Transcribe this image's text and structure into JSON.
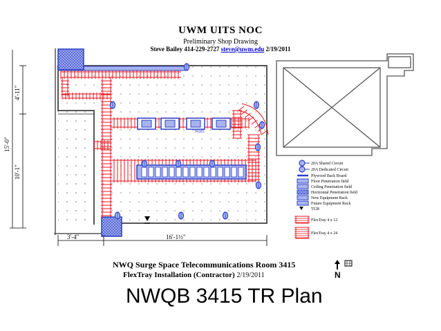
{
  "header": {
    "title": "UWM UITS NOC",
    "subtitle": "Preliminary Shop Drawing",
    "contact_prefix": "Steve Bailey 414-229-2727",
    "contact_email": "steve@uwm.edu",
    "contact_date": "2/19/2011"
  },
  "plan": {
    "room_label": "TR301",
    "dimensions": {
      "left_upper": "4'-11\"",
      "left_total": "15'-0\"",
      "left_lower": "10'-1\"",
      "bottom_left": "3'-4\"",
      "bottom_right": "16'-1½\""
    }
  },
  "legend": {
    "items": [
      {
        "label": "20A Shared Circuit",
        "icon": "circuit-shared-icon"
      },
      {
        "label": "20A Dedicated Circuit",
        "icon": "circuit-dedicated-icon"
      },
      {
        "label": "Plywood Back Board",
        "icon": "backboard-icon"
      },
      {
        "label": "Floor Penetration field",
        "icon": "floor-penetration-icon"
      },
      {
        "label": "Ceiling Penetration field",
        "icon": "ceiling-penetration-icon"
      },
      {
        "label": "Horizontal Penetration field",
        "icon": "horizontal-penetration-icon"
      },
      {
        "label": "New Equipment Rack",
        "icon": "new-rack-icon"
      },
      {
        "label": "Future Equipment Rack",
        "icon": "future-rack-icon"
      },
      {
        "label": "TGB",
        "icon": "tgb-icon"
      },
      {
        "label": "FlexTray 4 x 12",
        "icon": "flextray-12-icon"
      },
      {
        "label": "FlexTray 4 x 24",
        "icon": "flextray-24-icon"
      }
    ]
  },
  "caption": {
    "title": "NWQ Surge Space Telecommunications Room 3415",
    "subtitle": "FlexTray Installation (Contractor)",
    "date": "2/19/2011",
    "north_label": "N"
  },
  "slide_title": "NWQB 3415 TR Plan",
  "colors": {
    "tray": "#e8141e",
    "rack": "#2b3fc9",
    "rack_fill": "#a9b4ee",
    "wall": "#555555",
    "grid_dot": "#888888"
  }
}
